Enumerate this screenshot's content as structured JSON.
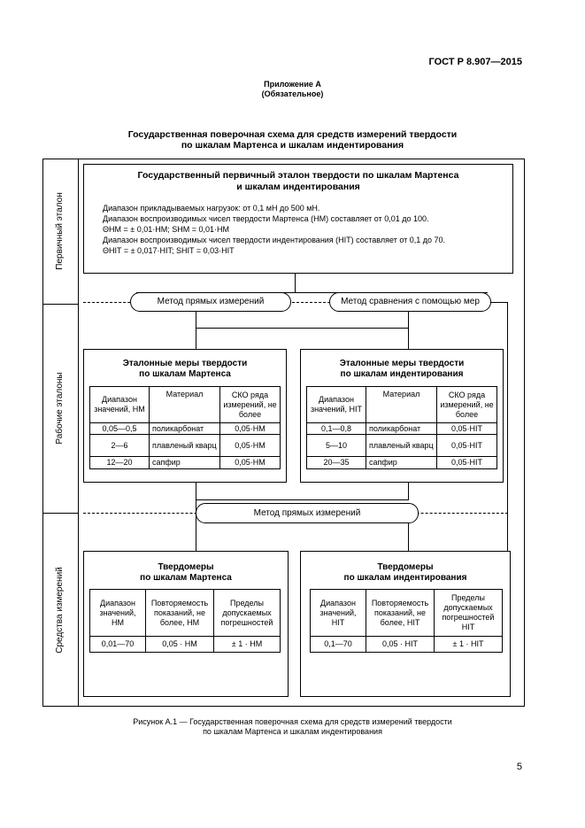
{
  "header": {
    "doc_code": "ГОСТ Р 8.907—2015",
    "page_number": "5"
  },
  "appendix": {
    "title": "Приложение А",
    "subtitle": "(Обязательное)"
  },
  "scheme_title": {
    "line1": "Государственная поверочная схема для средств измерений твердости",
    "line2": "по шкалам Мартенса и шкалам индентирования"
  },
  "side_labels": {
    "primary": "Первичный эталон",
    "working": "Рабочие эталоны",
    "instruments": "Средства измерений"
  },
  "primary_standard": {
    "title1": "Государственный первичный эталон твердости по шкалам Мартенса",
    "title2": "и шкалам индентирования",
    "line1": "Диапазон прикладываемых нагрузок: от 0,1 мН до 500 мН.",
    "line2": "Диапазон воспроизводимых чисел твердости Мартенса (HM) составляет от 0,01 до 100.",
    "line3": "ΘHM = ± 0,01·HM; SHM = 0,01·HM",
    "line4": "Диапазон воспроизводимых чисел твердости индентирования (HIT) составляет от 0,1 до 70.",
    "line5": "ΘHIT = ± 0,017·HIT; SHIT = 0,03·HIT"
  },
  "methods": {
    "direct1": "Метод прямых измерений",
    "comparison": "Метод сравнения с помощью мер",
    "direct2": "Метод прямых измерений"
  },
  "martens_measures": {
    "title1": "Эталонные меры твердости",
    "title2": "по шкалам Мартенса",
    "headers": [
      "Диапазон значений, HM",
      "Материал",
      "СКО ряда измерений, не более"
    ],
    "rows": [
      [
        "0,05—0,5",
        "поликарбонат",
        "0,05·HM"
      ],
      [
        "2—6",
        "плавленый кварц",
        "0,05·HM"
      ],
      [
        "12—20",
        "сапфир",
        "0,05·HM"
      ]
    ]
  },
  "indent_measures": {
    "title1": "Эталонные меры твердости",
    "title2": "по шкалам индентирования",
    "headers": [
      "Диапазон значений, HIT",
      "Материал",
      "СКО ряда измерений, не более"
    ],
    "rows": [
      [
        "0,1—0,8",
        "поликарбонат",
        "0,05·HIT"
      ],
      [
        "5—10",
        "плавленый кварц",
        "0,05·HIT"
      ],
      [
        "20—35",
        "сапфир",
        "0,05·HIT"
      ]
    ]
  },
  "martens_meters": {
    "title1": "Твердомеры",
    "title2": "по шкалам Мартенса",
    "headers": [
      "Диапазон значений, HM",
      "Повторяемость показаний, не более, HM",
      "Пределы допускаемых погрешностей"
    ],
    "row": [
      "0,01—70",
      "0,05 · HM",
      "± 1 · HM"
    ]
  },
  "indent_meters": {
    "title1": "Твердомеры",
    "title2": "по шкалам индентирования",
    "headers": [
      "Диапазон значений, HIT",
      "Повторяемость показаний, не более, HIT",
      "Пределы допускаемых погрешностей HIT"
    ],
    "row": [
      "0,1—70",
      "0,05 · HIT",
      "± 1 · HIT"
    ]
  },
  "caption": {
    "line1": "Рисунок А.1 — Государственная поверочная схема для средств измерений твердости",
    "line2": "по шкалам Мартенса и шкалам индентирования"
  }
}
